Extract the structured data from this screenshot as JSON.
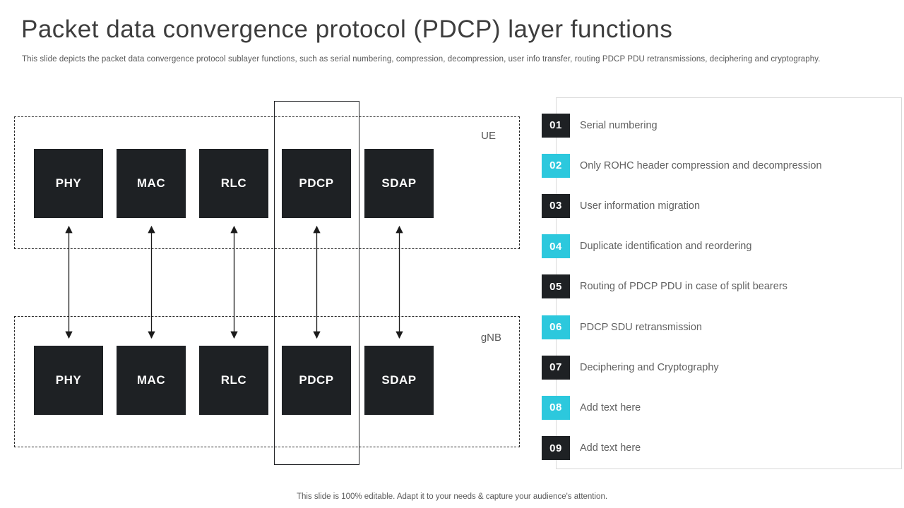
{
  "slide": {
    "title": "Packet data convergence protocol (PDCP) layer functions",
    "subtitle": "This slide depicts the packet data convergence protocol sublayer functions, such as serial numbering, compression, decompression, user info transfer, routing PDCP PDU retransmissions, deciphering and cryptography.",
    "footer": "This slide is 100% editable. Adapt it to your needs & capture your audience's attention."
  },
  "diagram": {
    "groups": [
      {
        "label": "UE",
        "layers": [
          "PHY",
          "MAC",
          "RLC",
          "PDCP",
          "SDAP"
        ]
      },
      {
        "label": "gNB",
        "layers": [
          "PHY",
          "MAC",
          "RLC",
          "PDCP",
          "SDAP"
        ]
      }
    ],
    "highlighted_layer": "PDCP"
  },
  "functions": [
    {
      "number": "01",
      "label": "Serial numbering",
      "badge_color": "#1e2124"
    },
    {
      "number": "02",
      "label": "Only ROHC header compression and decompression",
      "badge_color": "#2cc8dd"
    },
    {
      "number": "03",
      "label": "User information migration",
      "badge_color": "#1e2124"
    },
    {
      "number": "04",
      "label": "Duplicate identification and reordering",
      "badge_color": "#2cc8dd"
    },
    {
      "number": "05",
      "label": "Routing of PDCP PDU in case of split bearers",
      "badge_color": "#1e2124"
    },
    {
      "number": "06",
      "label": "PDCP SDU retransmission",
      "badge_color": "#2cc8dd"
    },
    {
      "number": "07",
      "label": "Deciphering and Cryptography",
      "badge_color": "#1e2124"
    },
    {
      "number": "08",
      "label": "Add text here",
      "badge_color": "#2cc8dd"
    },
    {
      "number": "09",
      "label": "Add text here",
      "badge_color": "#1e2124"
    }
  ],
  "colors": {
    "dark": "#1e2124",
    "accent": "#2cc8dd",
    "text_gray": "#616161",
    "panel_border": "#d9d9d9"
  }
}
